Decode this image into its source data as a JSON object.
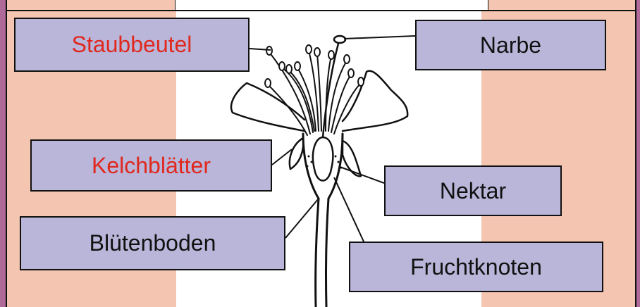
{
  "colors": {
    "frame_bg": "#f4c5b1",
    "center_bg": "#ffffff",
    "box_fill": "#b9b6d9",
    "highlight_text": "#e0281e",
    "outer_bg": "#b06a9a"
  },
  "labels": {
    "staubbeutel": "Staubbeutel",
    "narbe": "Narbe",
    "kelchblaetter": "Kelchblätter",
    "nektar": "Nektar",
    "bluetenboden": "Blütenboden",
    "fruchtknoten": "Fruchtknoten"
  }
}
